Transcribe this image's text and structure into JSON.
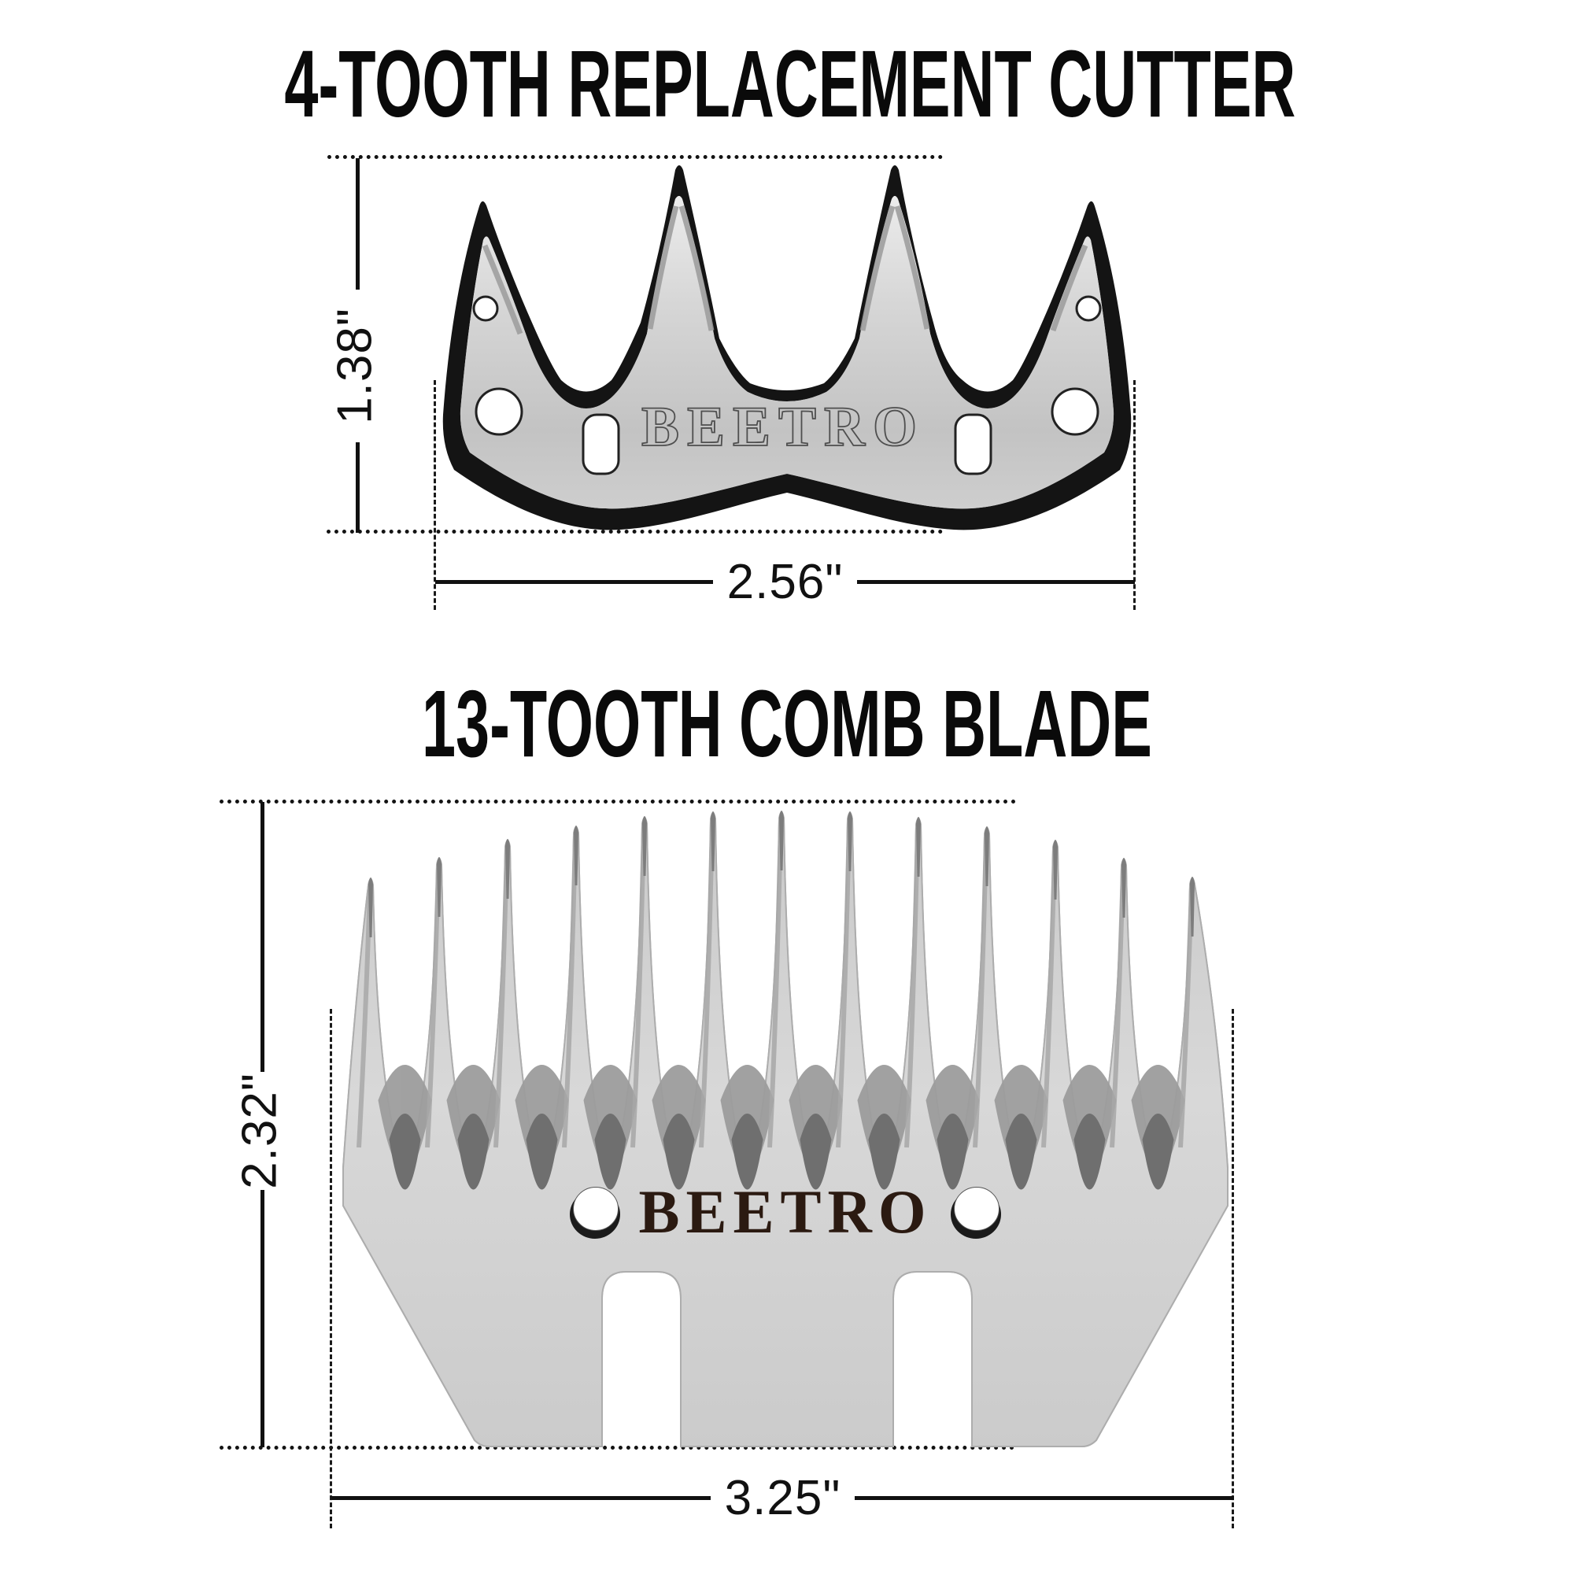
{
  "page": {
    "background": "#ffffff"
  },
  "cutter": {
    "title": "4-TOOTH REPLACEMENT CUTTER",
    "brand": "BEETRO",
    "height_label": "1.38\"",
    "width_label": "2.56\"",
    "teeth_count": 4
  },
  "comb": {
    "title": "13-TOOTH COMB BLADE",
    "brand": "BEETRO",
    "height_label": "2.32\"",
    "width_label": "3.25\"",
    "teeth_count": 13
  },
  "colors": {
    "title_text": "#0a0a0a",
    "dimension_lines": "#111111",
    "blade_black": "#141414",
    "blade_silver": "#cccccc",
    "comb_silver": "#d2d2d2",
    "valley_gray": "#9d9d9d",
    "valley_dark": "#6f6f6f",
    "logo_brown": "#2b1a11",
    "engraving_gray": "#4f4f4f"
  }
}
